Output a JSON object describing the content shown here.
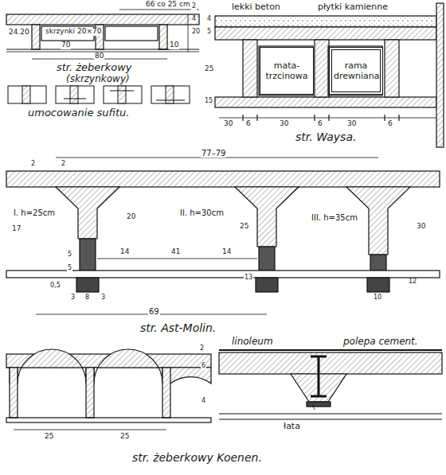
{
  "diagram": {
    "nodes": [
      {
        "text": [
          "mata- trzcinowa"
        ]
      },
      {
        "text": [
          "rama drewniana"
        ]
      }
    ],
    "labels": [
      "66 co 25 cm",
      "skrzynki 20×70",
      "24.20",
      "80",
      "70",
      "10",
      "2",
      "20",
      "4",
      "str. żeberkowy",
      "(skrzynkowy)",
      "umocowanie sufitu.",
      "lekki beton",
      "płytki kamienne",
      "4",
      "5",
      "25",
      "15",
      "30",
      "6",
      "30",
      "6",
      "30",
      "6",
      "str. Waysa.",
      "77–79",
      "2",
      "2",
      "I. h=25cm",
      "II. h=30cm",
      "III. h=35cm",
      "17",
      "20",
      "14",
      "41",
      "14",
      "25",
      "30",
      "5",
      "5",
      "0,5",
      "3",
      "8",
      "3",
      "69",
      "13",
      "10",
      "12",
      "str. Ast-Molin.",
      "linoleum",
      "polepa cement.",
      "łata",
      "25",
      "25",
      "2",
      "6",
      "4",
      "str. żeberkowy Koenen."
    ]
  }
}
